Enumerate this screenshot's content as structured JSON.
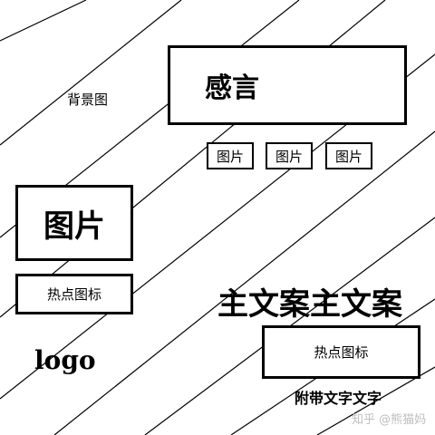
{
  "background_label": "背景图",
  "reflection": {
    "label": "感言"
  },
  "thumbnails": [
    {
      "label": "图片"
    },
    {
      "label": "图片"
    },
    {
      "label": "图片"
    }
  ],
  "picture": {
    "label": "图片"
  },
  "hotspot_left": {
    "label": "热点图标"
  },
  "main_copy": "主文案主文案",
  "logo": "logo",
  "hotspot_right": {
    "label": "热点图标"
  },
  "caption": "附带文字文字",
  "watermark": "知乎 @熊猫妈",
  "colors": {
    "stroke": "#000000",
    "background": "#ffffff",
    "watermark": "#bdbdbd"
  }
}
